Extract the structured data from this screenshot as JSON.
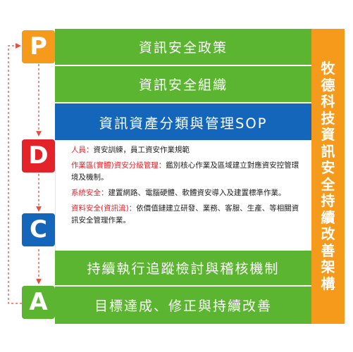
{
  "phases": {
    "p": "P",
    "d": "D",
    "c": "C",
    "a": "A"
  },
  "bands": {
    "policy": "資訊安全政策",
    "organization": "資訊安全組織",
    "asset_sop": "資訊資產分類與管理SOP",
    "continuous_review": "持續執行追蹤檢討與稽核機制",
    "goal_correction": "目標達成、修正與持續改善"
  },
  "details": [
    {
      "key": "人員：",
      "text": "資安訓練，員工資安作業規範"
    },
    {
      "key": "作業區(實體)資安分級管理：",
      "text": "鑑別核心作業及區域建立對應資安控管環境及機制。"
    },
    {
      "key": "系統安全：",
      "text": "建置網路、電腦硬體、軟體資安導入及建置標準作業。"
    },
    {
      "key": "資料安全(資訊流)：",
      "text": "依價值鏈建立研發、業務、客服、生產、等相關資訊安全管理作業。"
    }
  ],
  "side_title": [
    "牧",
    "德",
    "科",
    "技",
    "資",
    "訊",
    "安",
    "全",
    "持",
    "續",
    "改",
    "善",
    "架",
    "構"
  ],
  "colors": {
    "orange": "#f59a1b",
    "red": "#e4222a",
    "blue": "#1366b9",
    "green": "#5cb531",
    "arrow": "#e84d3c"
  }
}
